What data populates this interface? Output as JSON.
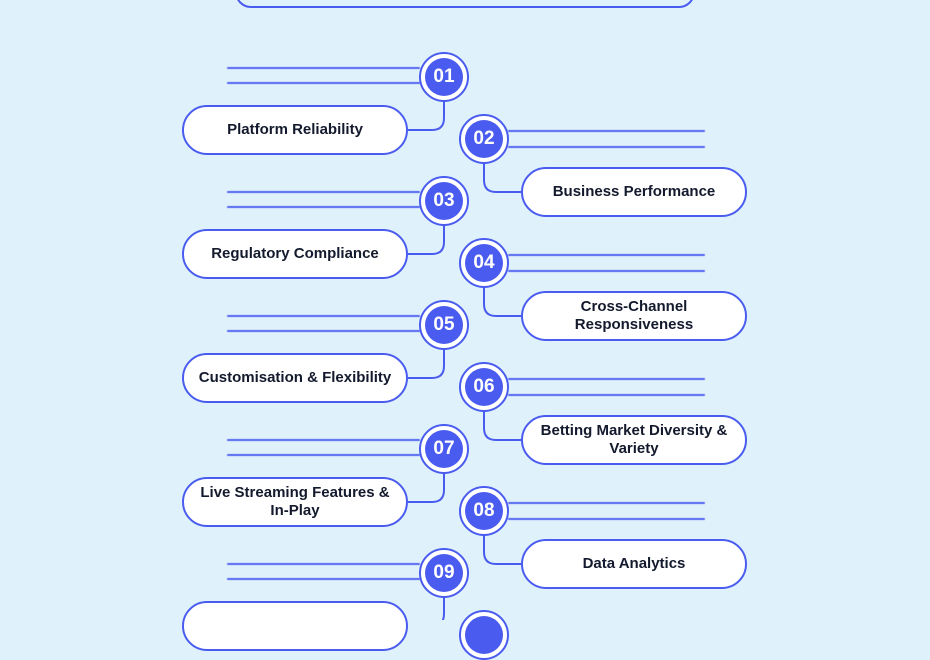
{
  "accent_color": "#4a5cf0",
  "background_color": "#dff1fb",
  "steps": [
    {
      "number": "01",
      "label": "Platform Reliability"
    },
    {
      "number": "02",
      "label": "Business Performance"
    },
    {
      "number": "03",
      "label": "Regulatory Compliance"
    },
    {
      "number": "04",
      "label": "Cross-Channel Responsiveness"
    },
    {
      "number": "05",
      "label": "Customisation & Flexibility"
    },
    {
      "number": "06",
      "label": "Betting Market Diversity & Variety"
    },
    {
      "number": "07",
      "label": "Live Streaming Features & In-Play"
    },
    {
      "number": "08",
      "label": "Data Analytics"
    },
    {
      "number": "09",
      "label": ""
    }
  ]
}
